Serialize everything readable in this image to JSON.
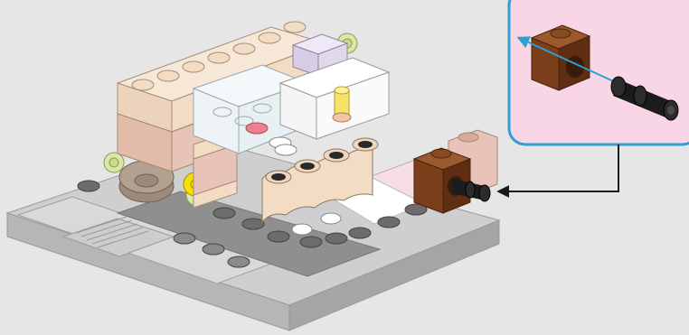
{
  "page": {
    "background_color": "#e6e6e6",
    "type": "building-instruction-step"
  },
  "callout": {
    "background_color": "#f8d6e6",
    "border_color": "#2f9fd0",
    "arrow_color": "#2f9fd0",
    "parts": [
      {
        "name": "technic-brick-1x1-with-hole",
        "color": "#7a3e1b"
      },
      {
        "name": "technic-pin-black",
        "color": "#1c1c1c"
      }
    ]
  },
  "pointer": {
    "color": "#1a1a1a",
    "target": "brown-technic-brick-on-model"
  },
  "model": {
    "baseplate_color": "#bdbdbd",
    "colors": {
      "tan": "#f2dcc4",
      "pink": "#e8c4b8",
      "dark_tan": "#9c8a7a",
      "light_gray": "#c7c7c7",
      "dark_gray": "#6c6c6c",
      "white": "#ffffff",
      "trans_clear": "#eef4f6",
      "lavender": "#e2d8ec",
      "lime": "#d9e8a8",
      "yellow": "#f7e000",
      "bright_pink": "#ee7f8d",
      "brown": "#7a3e1b",
      "black": "#1c1c1c"
    },
    "elements": [
      "baseplate",
      "tile-path",
      "round-plate-dark-tan",
      "flower-yellow",
      "flower-lime-left",
      "flower-lime-top",
      "tan-wall-bricks",
      "pink-wall-bricks",
      "transparent-display-case",
      "lavender-brick",
      "white-counter",
      "tan-curved-counter",
      "pink-floor-tiles",
      "white-round-studs",
      "dark-gray-studs"
    ]
  }
}
